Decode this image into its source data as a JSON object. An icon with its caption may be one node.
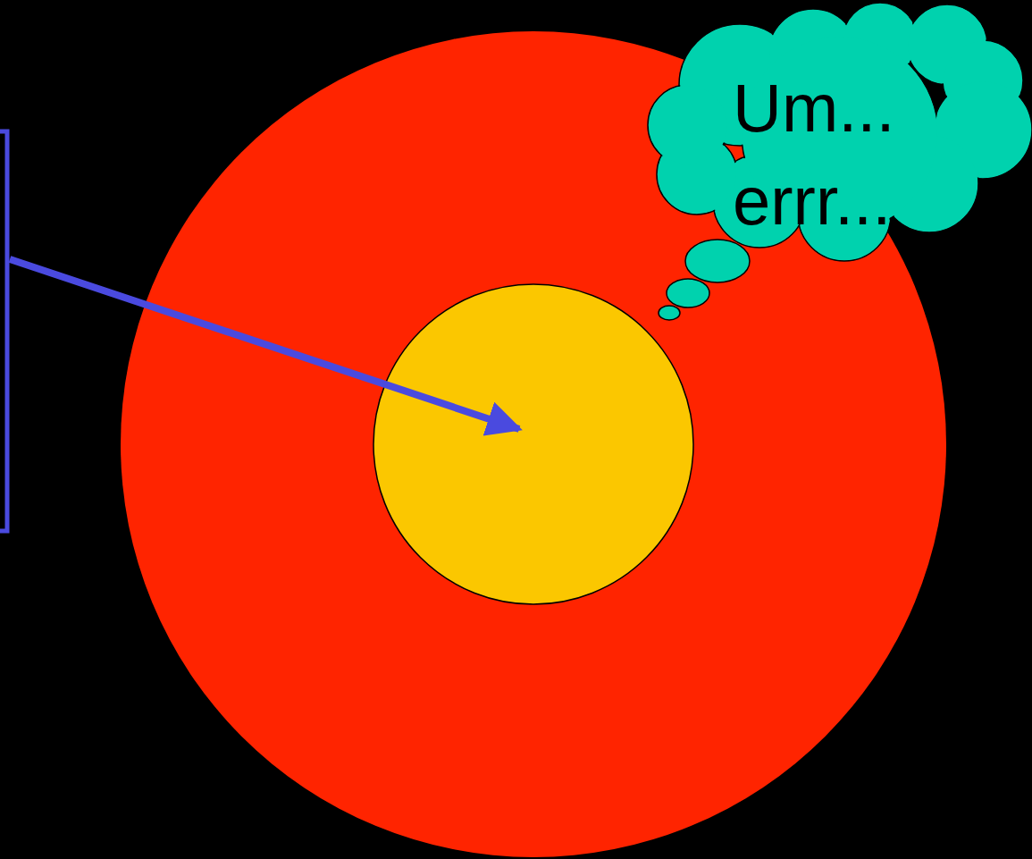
{
  "diagram": {
    "nodes": [
      {
        "text": [],
        "shape": "circle"
      },
      {
        "text": [],
        "shape": "circle",
        "in": 0
      },
      {
        "text": [
          "Um... errr..."
        ]
      },
      {
        "text": [],
        "shape": "bar"
      }
    ],
    "edges": [
      {
        "from": 3,
        "to": 1,
        "arrow": "to"
      }
    ]
  }
}
